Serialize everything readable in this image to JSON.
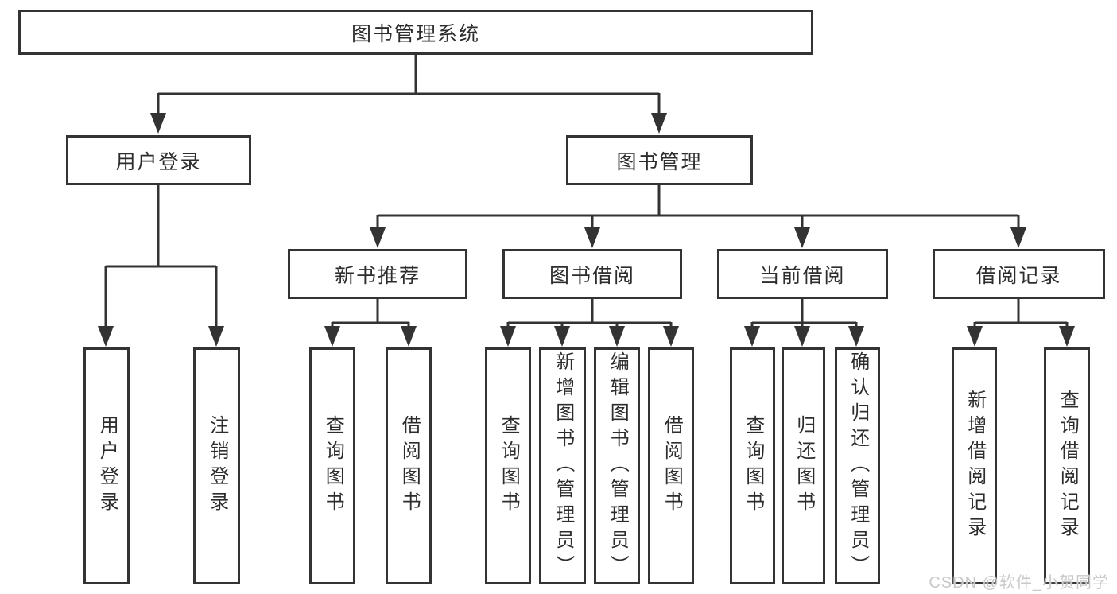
{
  "diagram": {
    "title_note": "library management system functional structure diagram",
    "colors": {
      "line": "#333333",
      "text": "#2d2d2d",
      "box_background": "#ffffff",
      "watermark": "#c9c9c9"
    },
    "nodes": {
      "root": "图书管理系统",
      "user_login": "用户登录",
      "book_mgmt": "图书管理",
      "new_books": "新书推荐",
      "book_borrow": "图书借阅",
      "current_borrow": "当前借阅",
      "borrow_records": "借阅记录",
      "leaf_user_login": "用户登录",
      "leaf_logout": "注销登录",
      "leaf_nb_query": "查询图书",
      "leaf_nb_borrow": "借阅图书",
      "leaf_bb_query": "查询图书",
      "leaf_bb_add": "新增图书（管理员）",
      "leaf_bb_edit": "编辑图书（管理员）",
      "leaf_bb_borrow": "借阅图书",
      "leaf_cb_query": "查询图书",
      "leaf_cb_return": "归还图书",
      "leaf_cb_confirm": "确认归还（管理员）",
      "leaf_br_add": "新增借阅记录",
      "leaf_br_query": "查询借阅记录"
    },
    "watermark": "CSDN @软件_小贺同学"
  }
}
